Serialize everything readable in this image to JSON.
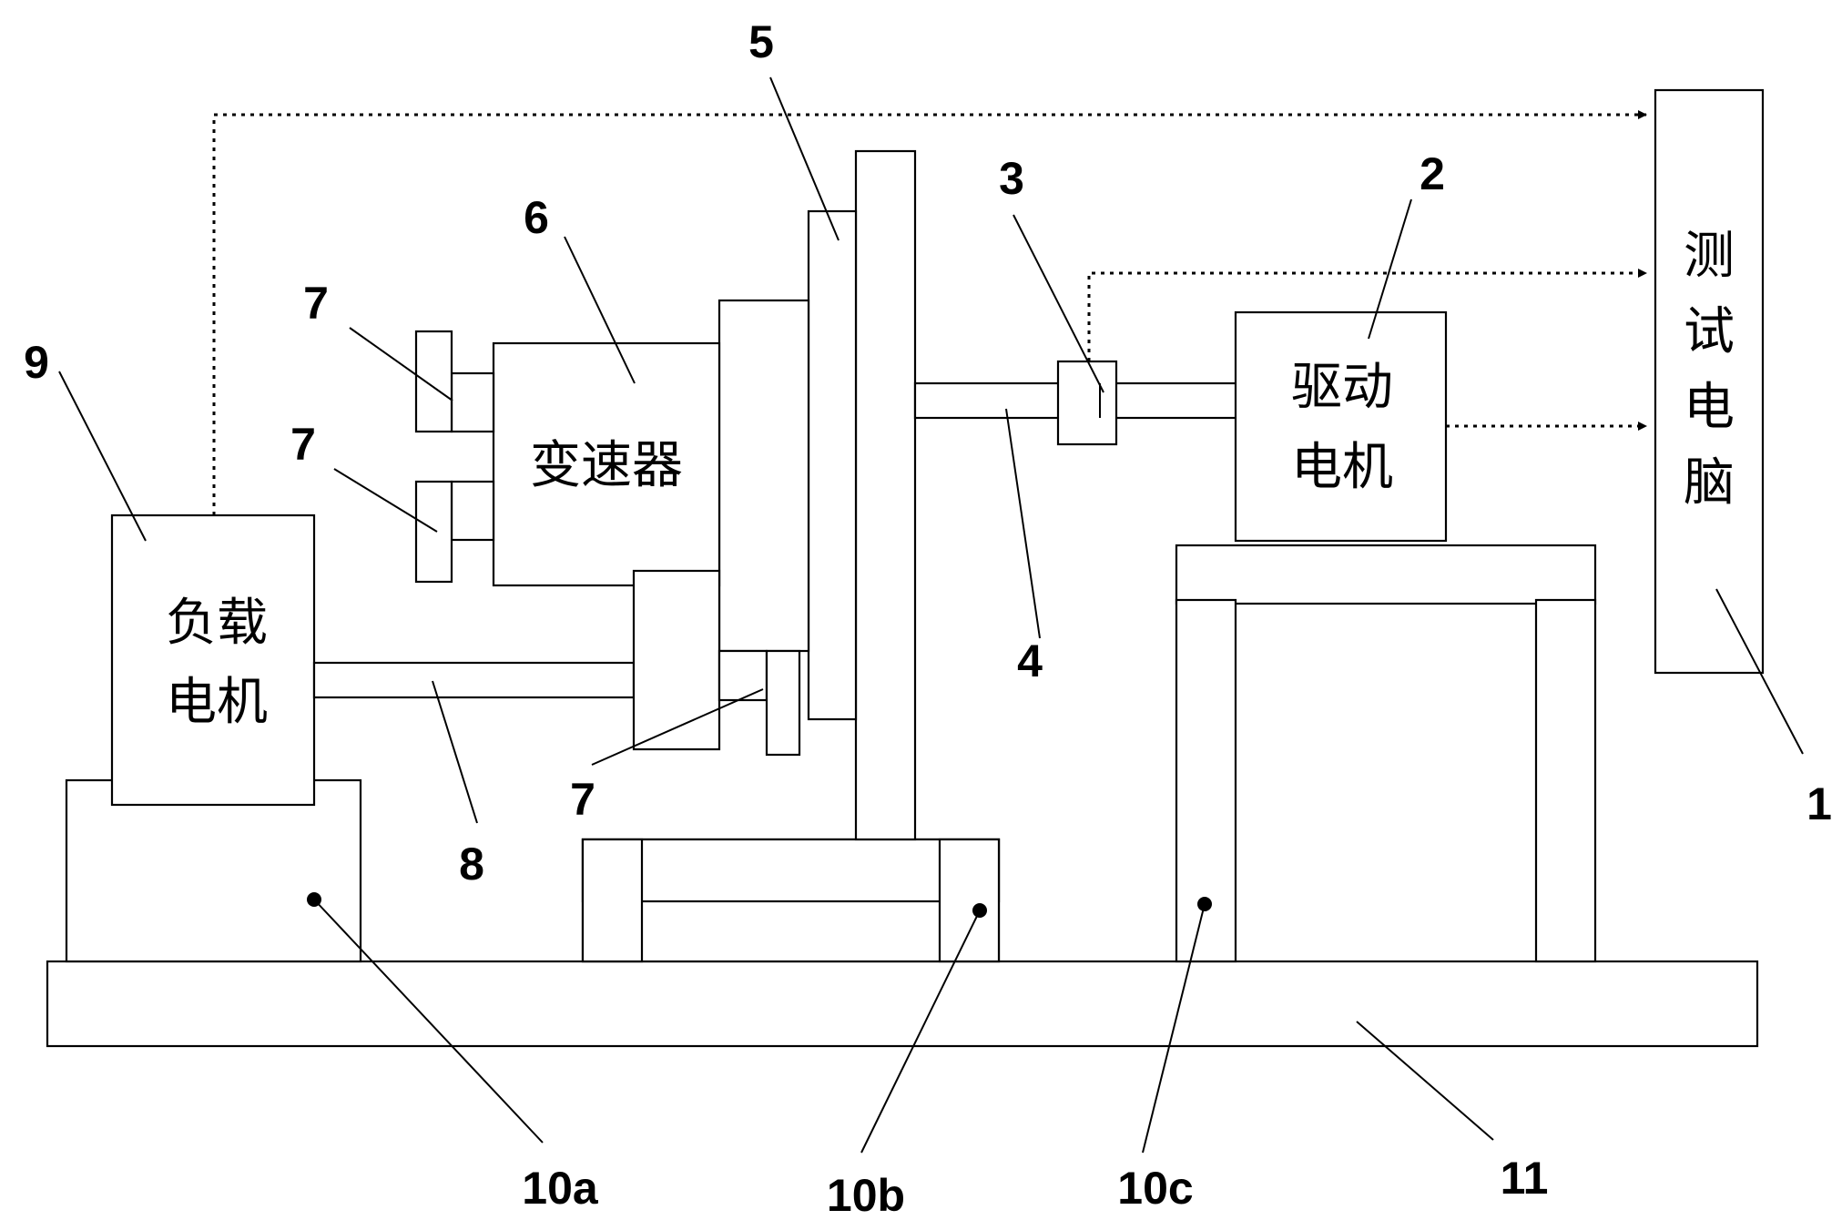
{
  "labels": {
    "pc": "测试电脑",
    "drive_motor_line1": "驱动",
    "drive_motor_line2": "电机",
    "load_motor_line1": "负载",
    "load_motor_line2": "电机",
    "gearbox": "变速器"
  },
  "reference_numbers": {
    "n1": "1",
    "n2": "2",
    "n3": "3",
    "n4": "4",
    "n5": "5",
    "n6": "6",
    "n7_upper": "7",
    "n7_middle": "7",
    "n7_lower": "7",
    "n8": "8",
    "n9": "9",
    "n10a": "10a",
    "n10b": "10b",
    "n10c": "10c",
    "n11": "11"
  }
}
